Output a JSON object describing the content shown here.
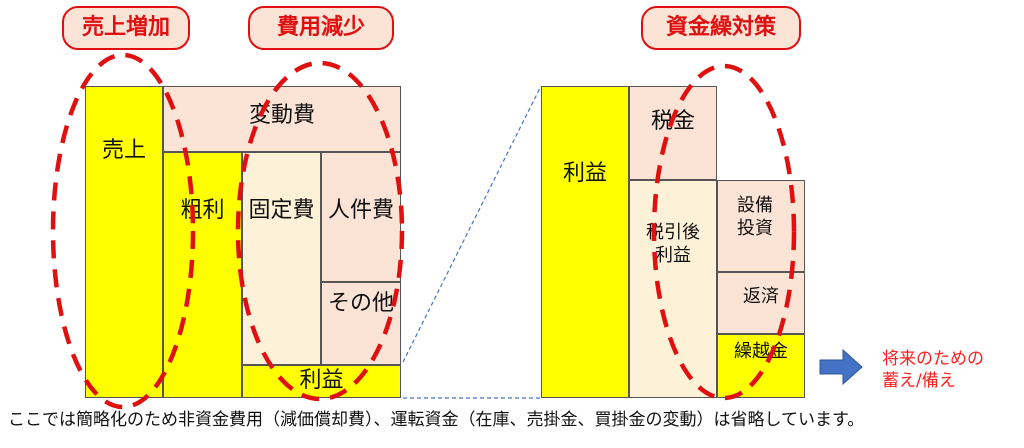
{
  "tags": {
    "sales_increase": "売上増加",
    "cost_reduction": "費用減少",
    "cash_measures": "資金繰対策"
  },
  "left": {
    "sales": "売上",
    "variable_cost": "変動費",
    "gross_profit": "粗利",
    "fixed_cost": "固定費",
    "personnel_cost": "人件費",
    "other": "その他",
    "profit": "利益"
  },
  "right": {
    "profit": "利益",
    "tax": "税金",
    "after_tax_profit": "税引後利益",
    "capex": "設備投資",
    "repayment": "返済",
    "carryover": "繰越金"
  },
  "future_savings": "将来のための蓄え/備え",
  "footnote": "ここでは簡略化のため非資金費用（減価償却費）、運転資金（在庫、売掛金、買掛金の変動）は省略しています。",
  "colors": {
    "accent_red": "#e01010",
    "yellow": "#ffff00",
    "pink": "#fbe3d6",
    "cream": "#fdf1d8",
    "arrow_blue": "#4472c4"
  }
}
